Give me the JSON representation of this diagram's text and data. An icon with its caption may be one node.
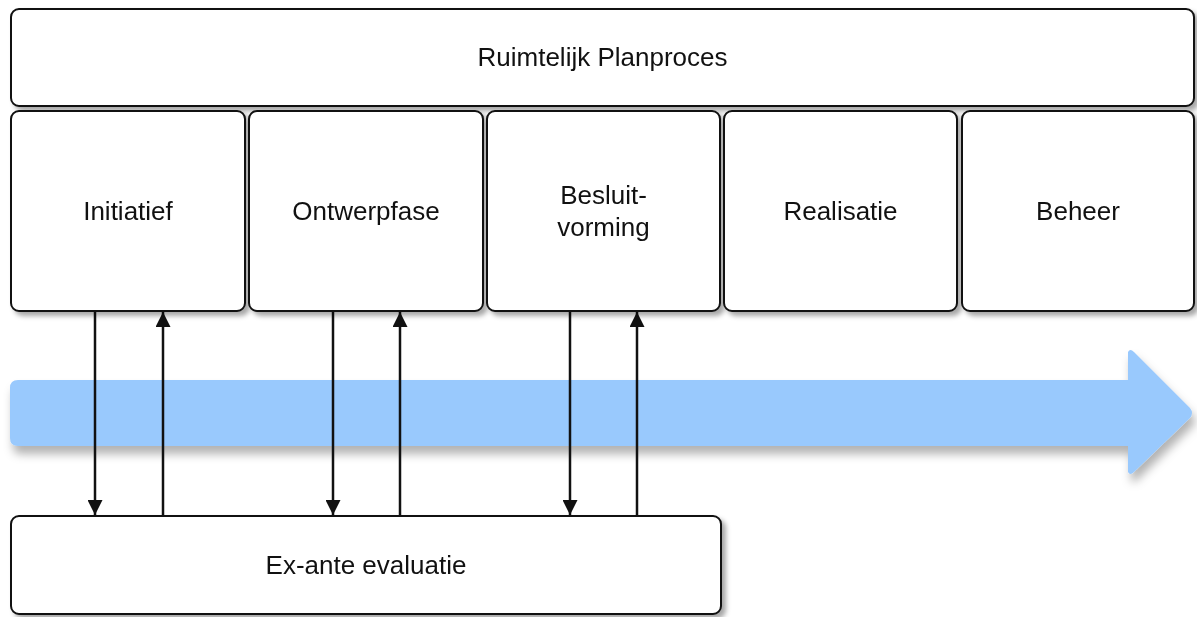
{
  "diagram": {
    "nodes": [
      {
        "text": [
          "Ruimtelijk Planproces"
        ]
      },
      {
        "text": [
          "Initiatief"
        ]
      },
      {
        "text": [
          "Ontwerpfase"
        ]
      },
      {
        "text": [
          "Besluit- vorming"
        ]
      },
      {
        "text": [
          "Realisatie"
        ]
      },
      {
        "text": [
          "Beheer"
        ]
      },
      {
        "text": [
          "Ex-ante evaluatie"
        ]
      }
    ],
    "edges": [
      {
        "from": 1,
        "to": 6,
        "arrow": "to"
      },
      {
        "from": 6,
        "to": 1,
        "arrow": "to"
      },
      {
        "from": 2,
        "to": 6,
        "arrow": "to"
      },
      {
        "from": 6,
        "to": 2,
        "arrow": "to"
      },
      {
        "from": 3,
        "to": 6,
        "arrow": "to"
      },
      {
        "from": 6,
        "to": 3,
        "arrow": "to"
      }
    ]
  }
}
